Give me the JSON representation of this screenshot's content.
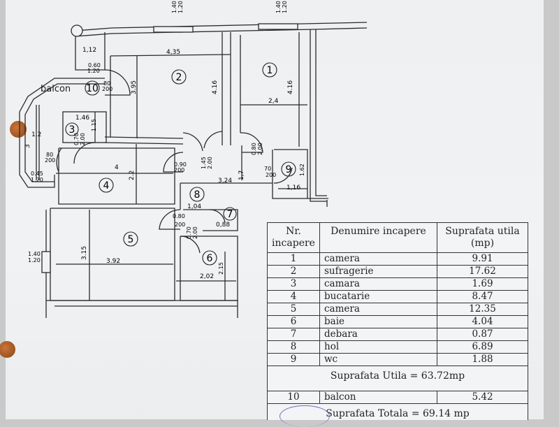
{
  "plan": {
    "dims": {
      "w_140_top_a": "1.40",
      "w_120_top_a": "1.20",
      "w_140_top_b": "1.40",
      "w_120_top_b": "1.20",
      "d_112": "1,12",
      "d_435": "4,35",
      "d_060": "0.60",
      "d_120_balc": "1.20",
      "d_80_balc": "80",
      "d_200_balc": "200",
      "d_395": "3.95",
      "d_416_a": "4.16",
      "d_416_b": "4.16",
      "d_24": "2,4",
      "d_146": "1.46",
      "d_115": "1.15",
      "d_12": "1.2",
      "d_3": "3",
      "d_070_r3": "0.70",
      "d_200_r3": "2.00",
      "d_80_r4": "80",
      "d_200_r4": "200",
      "d_045": "0.45",
      "d_120_left": "1.20",
      "d_4": "4",
      "d_22": "2.2",
      "d_090": "0.90",
      "d_200_k": "200",
      "d_145": "1.45",
      "d_200_h": "2.00",
      "d_080_h": "0.80",
      "d_200_h2": "2.00",
      "d_324": "3,24",
      "d_17": "1,7",
      "d_70_wc": "70",
      "d_200_wc": "200",
      "d_162": "1.62",
      "d_116": "1,16",
      "d_104": "1,04",
      "d_080_b": "0.80",
      "d_200_b": "200",
      "d_088": "0,88",
      "d_070_r6": "0.70",
      "d_200_r6": "2.00",
      "d_140_left": "1.40",
      "d_120_left2": "1.20",
      "d_315": "3.15",
      "d_392": "3.92",
      "d_215": "2.15",
      "d_202": "2,02"
    },
    "balcon_label": "balcon",
    "room_numbers": [
      "1",
      "2",
      "3",
      "4",
      "5",
      "6",
      "7",
      "8",
      "9",
      "10"
    ]
  },
  "legend": {
    "headers": {
      "nr": "Nr. incapere",
      "name": "Denumire incapere",
      "area": "Suprafata utila (mp)"
    },
    "rows": [
      {
        "nr": "1",
        "name": "camera",
        "area": "9.91"
      },
      {
        "nr": "2",
        "name": "sufragerie",
        "area": "17.62"
      },
      {
        "nr": "3",
        "name": "camara",
        "area": "1.69"
      },
      {
        "nr": "4",
        "name": "bucatarie",
        "area": "8.47"
      },
      {
        "nr": "5",
        "name": "camera",
        "area": "12.35"
      },
      {
        "nr": "6",
        "name": "baie",
        "area": "4.04"
      },
      {
        "nr": "7",
        "name": "debara",
        "area": "0.87"
      },
      {
        "nr": "8",
        "name": "hol",
        "area": "6.89"
      },
      {
        "nr": "9",
        "name": "wc",
        "area": "1.88"
      }
    ],
    "useful_total": "Suprafata Utila = 63.72mp",
    "balcony_row": {
      "nr": "10",
      "name": "balcon",
      "area": "5.42"
    },
    "grand_total": "Suprafata Totala = 69.14 mp"
  }
}
